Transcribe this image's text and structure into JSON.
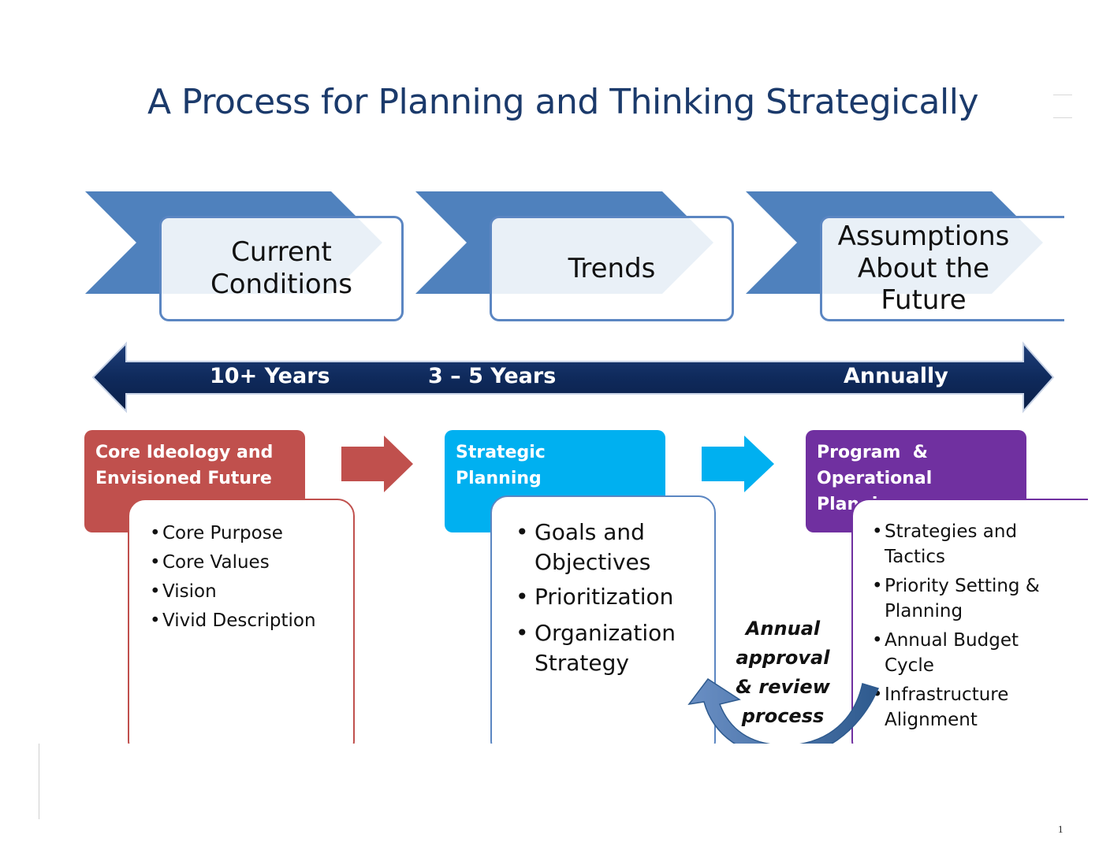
{
  "title": "A Process for Planning and Thinking Strategically",
  "top_row": [
    {
      "label": "Current Conditions"
    },
    {
      "label": "Trends"
    },
    {
      "label": "Assumptions About the Future"
    }
  ],
  "timeline": [
    "10+ Years",
    "3 – 5 Years",
    "Annually"
  ],
  "columns": [
    {
      "heading": "Core Ideology and Envisioned Future",
      "items": [
        "Core Purpose",
        "Core Values",
        "Vision",
        "Vivid Description"
      ]
    },
    {
      "heading": "Strategic Planning",
      "items": [
        "Goals and Objectives",
        "Prioritization",
        "Organization Strategy"
      ]
    },
    {
      "heading": "Program  & Operational Planning",
      "items": [
        "Strategies and Tactics",
        "Priority Setting & Planning",
        "Annual Budget Cycle",
        "Infrastructure Alignment"
      ]
    }
  ],
  "annual_note": "Annual approval & review process",
  "page_number": "1",
  "colors": {
    "chevron": "#4f81bd",
    "timeline": "#0f2a5c",
    "red": "#c0504d",
    "blue": "#00b0f0",
    "purple": "#7030a0",
    "curve_arrow": "#376092"
  }
}
